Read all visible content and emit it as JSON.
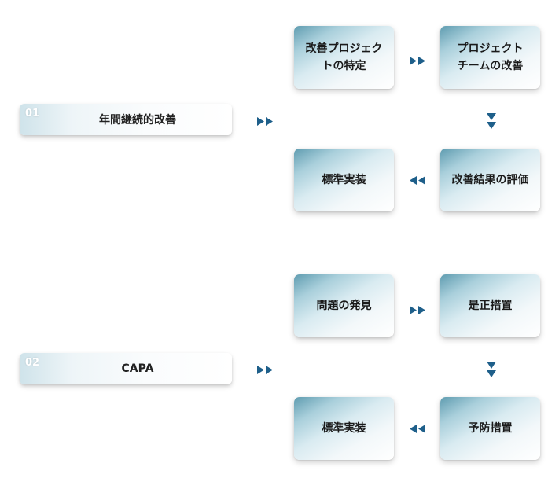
{
  "sections": [
    {
      "number": "01",
      "title": "年間継続的改善",
      "steps": [
        "改善プロジェク\nトの特定",
        "プロジェクト\nチームの改善",
        "改善結果の評価",
        "標準実装"
      ]
    },
    {
      "number": "02",
      "title": "CAPA",
      "steps": [
        "問題の発見",
        "是正措置",
        "予防措置",
        "標準実装"
      ]
    }
  ],
  "colors": {
    "arrow": "#1e5f8a",
    "accent": "#5f9cb0"
  },
  "icons": {
    "right": "double-chevron-right-icon",
    "left": "double-chevron-left-icon",
    "down": "double-chevron-down-icon"
  }
}
